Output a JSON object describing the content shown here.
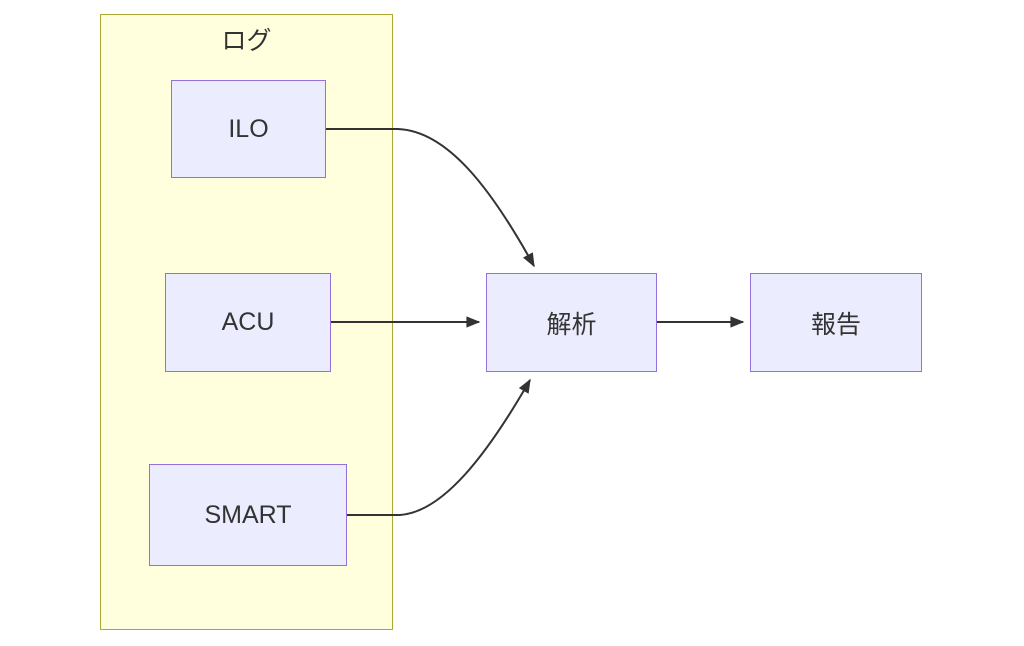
{
  "diagram": {
    "type": "flowchart",
    "cluster": {
      "label": "ログ"
    },
    "nodes": {
      "ilo": {
        "label": "ILO"
      },
      "acu": {
        "label": "ACU"
      },
      "smart": {
        "label": "SMART"
      },
      "analysis": {
        "label": "解析"
      },
      "report": {
        "label": "報告"
      }
    },
    "edges": [
      {
        "from": "ILO",
        "to": "解析"
      },
      {
        "from": "ACU",
        "to": "解析"
      },
      {
        "from": "SMART",
        "to": "解析"
      },
      {
        "from": "解析",
        "to": "報告"
      }
    ],
    "colors": {
      "cluster_fill": "#ffffde",
      "cluster_border": "#aaaa33",
      "node_fill": "#ececff",
      "node_border": "#9370db",
      "edge": "#333333",
      "text": "#333333",
      "background": "#ffffff"
    }
  }
}
